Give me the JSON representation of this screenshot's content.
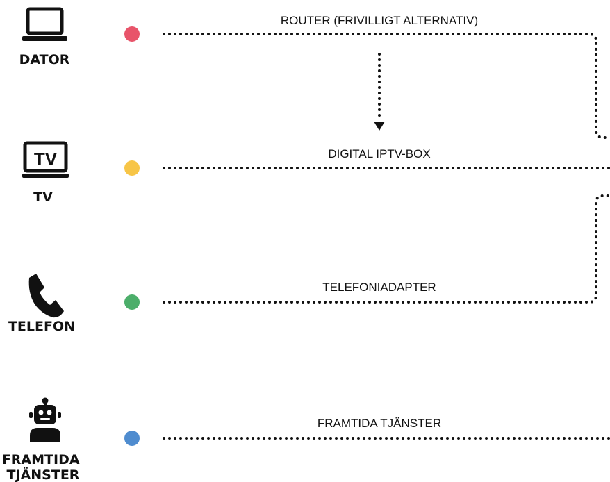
{
  "devices": [
    {
      "id": "dator",
      "icon": "laptop-icon",
      "label_lines": [
        "DATOR"
      ],
      "dot_color": "#e8546a",
      "line_label": "ROUTER (FRIVILLIGT ALTERNATIV)"
    },
    {
      "id": "tv",
      "icon": "tv-icon",
      "icon_text": "TV",
      "label_lines": [
        "TV"
      ],
      "dot_color": "#f7c547",
      "line_label": "DIGITAL IPTV-BOX"
    },
    {
      "id": "telefon",
      "icon": "phone-icon",
      "label_lines": [
        "TELEFON"
      ],
      "dot_color": "#4cae6a",
      "line_label": "TELEFONIADAPTER"
    },
    {
      "id": "framtida",
      "icon": "robot-icon",
      "label_lines": [
        "FRAMTIDA",
        "TJÄNSTER"
      ],
      "dot_color": "#4f8ccf",
      "line_label": "FRAMTIDA TJÄNSTER"
    }
  ]
}
